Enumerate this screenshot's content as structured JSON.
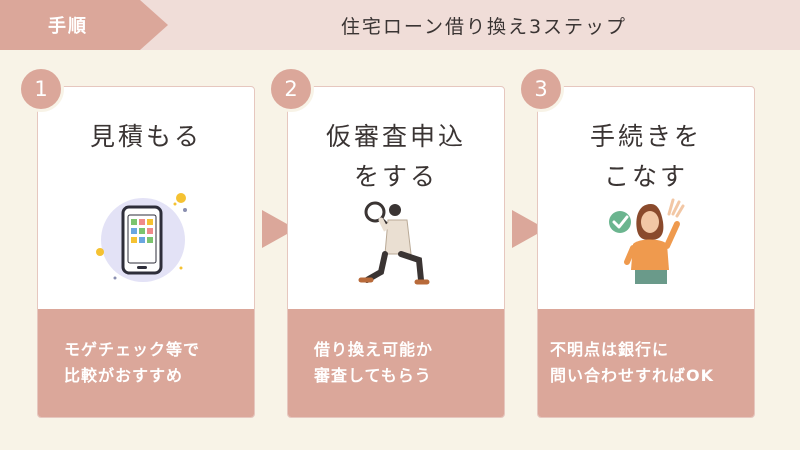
{
  "header": {
    "tag": "手順",
    "title": "住宅ローン借り換え3ステップ"
  },
  "steps": [
    {
      "number": "1",
      "title": "見積もる",
      "description": "モゲチェック等で\n比較がおすすめ",
      "icon": "smartphone-icon"
    },
    {
      "number": "2",
      "title": "仮審査申込\nをする",
      "description": "借り換え可能か\n審査してもらう",
      "icon": "magnifier-person-icon"
    },
    {
      "number": "3",
      "title": "手続きを\nこなす",
      "description": "不明点は銀行に\n問い合わせすればOK",
      "icon": "check-person-icon"
    }
  ],
  "colors": {
    "background": "#f8f3e7",
    "accent": "#dba79a",
    "header_bar": "#f0ddd8"
  }
}
